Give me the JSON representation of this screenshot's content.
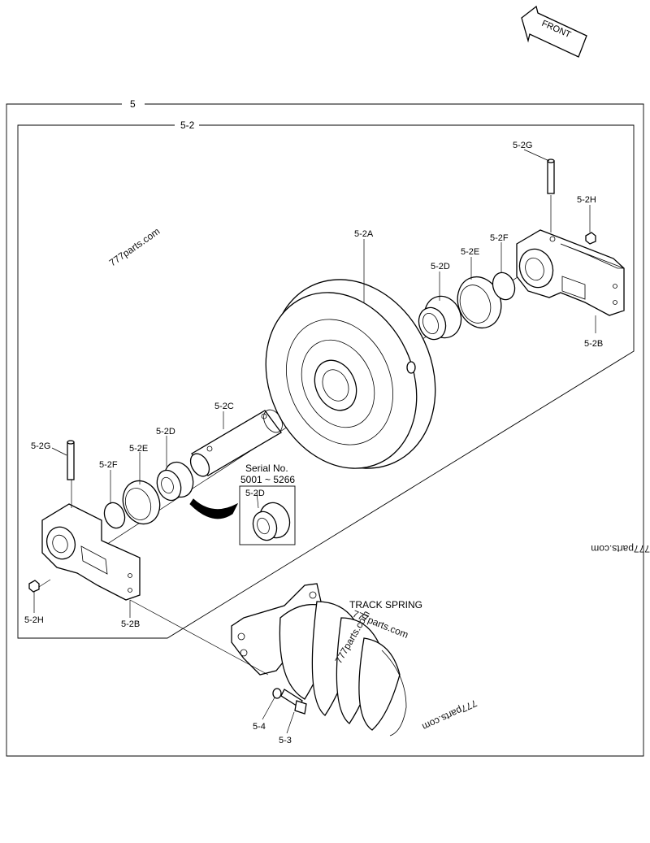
{
  "orientation": {
    "front_label": "FRONT"
  },
  "frames": {
    "outer_label": "5",
    "inner_label": "5-2"
  },
  "callouts": {
    "idler_wheel": "5-2A",
    "bracket_right": "5-2B",
    "bracket_left": "5-2B",
    "shaft": "5-2C",
    "bushing_right": "5-2D",
    "bushing_left": "5-2D",
    "bushing_inset": "5-2D",
    "seal_right": "5-2E",
    "seal_left": "5-2E",
    "oring_right": "5-2F",
    "oring_left": "5-2F",
    "pin_right": "5-2G",
    "pin_left": "5-2G",
    "plug_right": "5-2H",
    "plug_left": "5-2H",
    "bolt": "5-3",
    "washer": "5-4"
  },
  "serial_note": {
    "line1": "Serial No.",
    "line2": "5001 ~ 5266"
  },
  "track_spring_label": "TRACK SPRING",
  "watermarks": {
    "wm1": "777parts.com",
    "wm2": "777parts.com",
    "wm3": "777parts.com",
    "wm4": "777parts.com",
    "wm5": "777parts.com"
  },
  "icons": [
    "front-arrow-icon"
  ]
}
